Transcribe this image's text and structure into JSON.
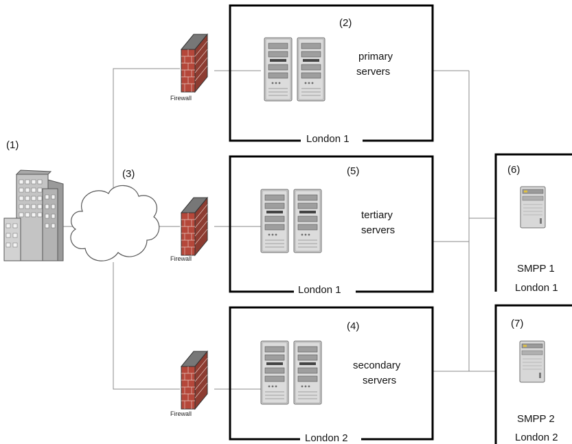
{
  "nodes": {
    "office": {
      "number": "(1)"
    },
    "internet": {
      "number": "(3)"
    },
    "firewalls": {
      "top": "Firewall",
      "middle": "Firewall",
      "bottom": "Firewall"
    },
    "primary": {
      "number": "(2)",
      "line1": "primary",
      "line2": "servers",
      "site": "London 1"
    },
    "tertiary": {
      "number": "(5)",
      "line1": "tertiary",
      "line2": "servers",
      "site": "London 1"
    },
    "secondary": {
      "number": "(4)",
      "line1": "secondary",
      "line2": "servers",
      "site": "London 2"
    },
    "smpp1": {
      "number": "(6)",
      "line1": "SMPP 1",
      "line2": "London 1"
    },
    "smpp2": {
      "number": "(7)",
      "line1": "SMPP 2",
      "line2": "London 2"
    }
  },
  "colors": {
    "line": "#8a8a8a",
    "box_border": "#000000",
    "brick": "#b5473a",
    "server": "#c8c8c8",
    "building": "#b9b9b9"
  },
  "icons": [
    "building-icon",
    "cloud-icon",
    "firewall-icon",
    "server-icon"
  ]
}
